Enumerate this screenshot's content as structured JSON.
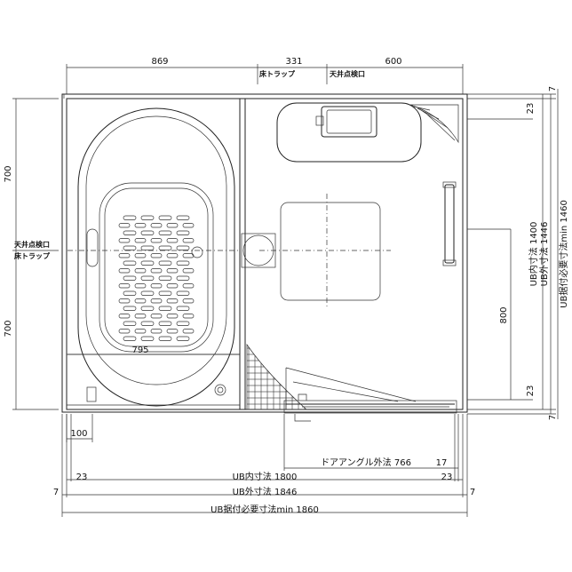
{
  "top_dims": {
    "d1": "869",
    "d2": "331",
    "d3": "600"
  },
  "top_labels": {
    "floor_trap": "床トラップ",
    "ceiling_access": "天井点検口"
  },
  "left_labels": {
    "ceiling_access": "天井点検口",
    "floor_trap": "床トラップ"
  },
  "left_dims": {
    "upper": "700",
    "lower": "700"
  },
  "right_dims": {
    "top_gap": "23",
    "bottom_gap": "23",
    "door_height": "800",
    "top_seven": "7",
    "bottom_seven": "7"
  },
  "right_labels": {
    "inner": "UB内寸法 1400",
    "outer": "UB外寸法 1446",
    "required": "UB据付必要寸法min 1460"
  },
  "tub_width": "795",
  "small_dim": "100",
  "bottom": {
    "door_angle": "ドアアングル外法 766",
    "door_angle_gap": "17",
    "left_gap": "23",
    "right_gap": "23",
    "inner": "UB内寸法 1800",
    "outer": "UB外寸法 1846",
    "required": "UB据付必要寸法min 1860",
    "left_seven": "7",
    "right_seven": "7"
  }
}
